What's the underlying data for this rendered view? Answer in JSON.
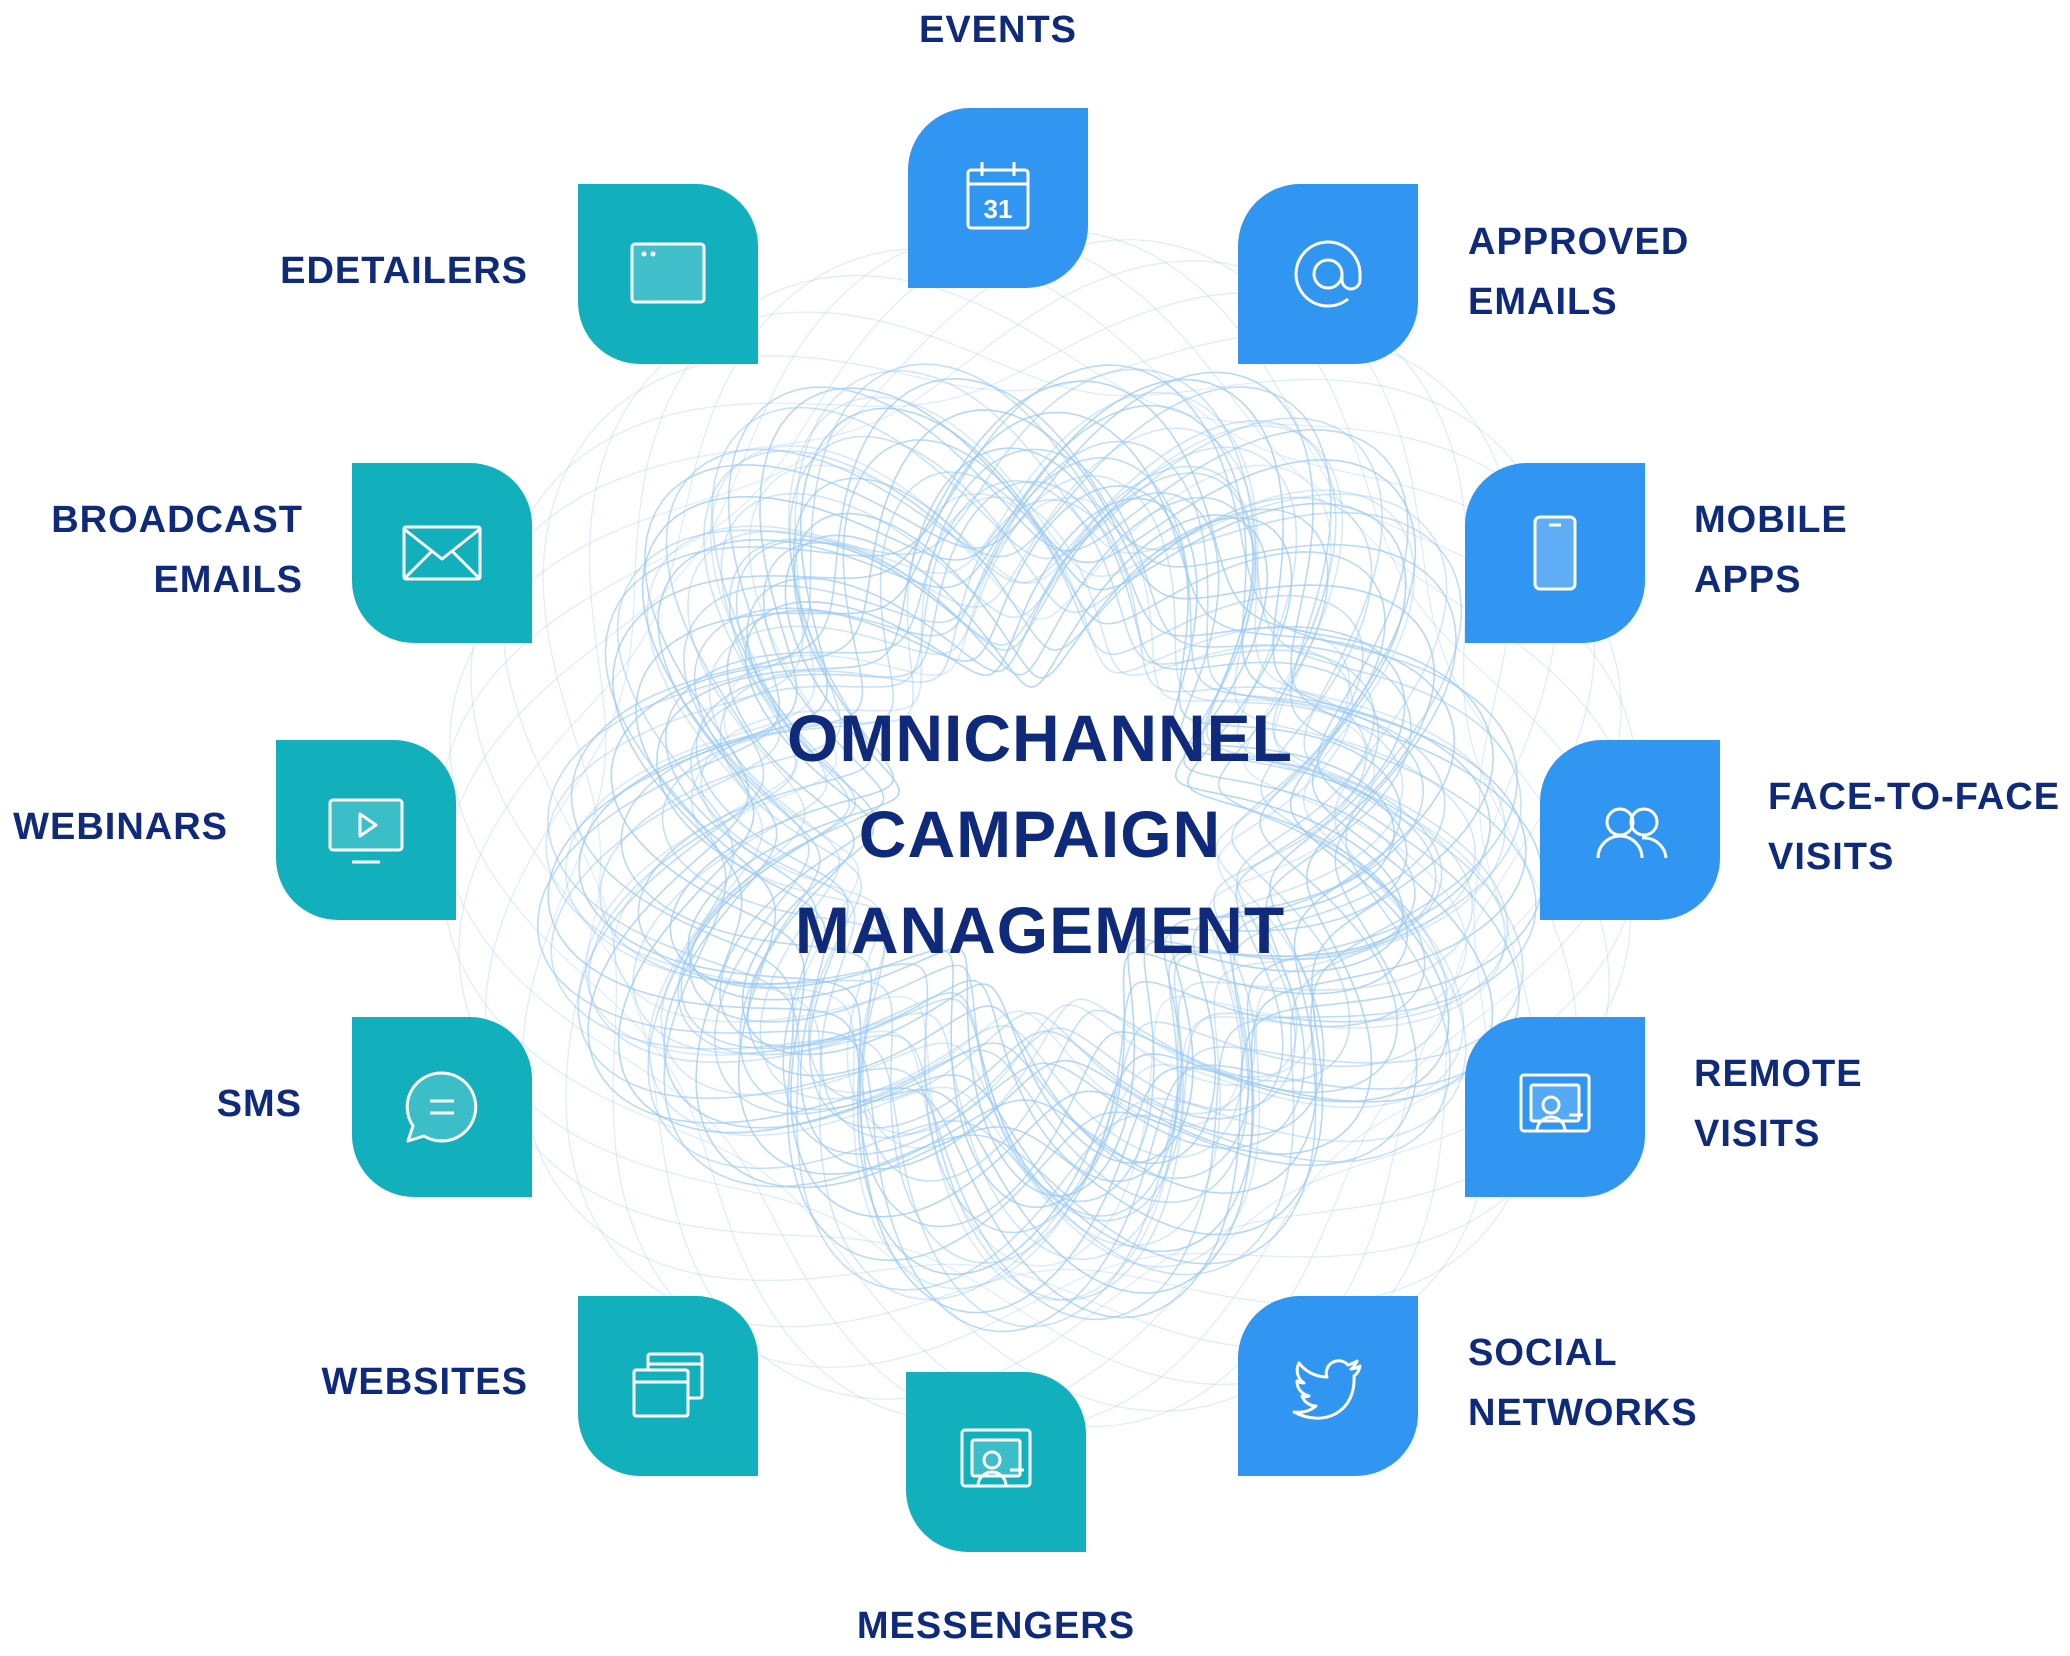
{
  "center_title": [
    "OMNICHANNEL",
    "CAMPAIGN",
    "MANAGEMENT"
  ],
  "colors": {
    "teal": "#12b0bd",
    "blue": "#3196f2",
    "text": "#0f2a7a",
    "pattern": "#9ccaf2"
  },
  "channels": [
    {
      "id": "events",
      "lines": [
        "EVENTS"
      ],
      "icon": "calendar-icon",
      "calendar_day": "31",
      "color": "blue"
    },
    {
      "id": "approved-emails",
      "lines": [
        "APPROVED",
        "EMAILS"
      ],
      "icon": "at-sign-icon",
      "color": "blue"
    },
    {
      "id": "mobile-apps",
      "lines": [
        "MOBILE",
        "APPS"
      ],
      "icon": "smartphone-icon",
      "color": "blue"
    },
    {
      "id": "face-to-face-visits",
      "lines": [
        "FACE-TO-FACE",
        "VISITS"
      ],
      "icon": "people-icon",
      "color": "blue"
    },
    {
      "id": "remote-visits",
      "lines": [
        "REMOTE",
        "VISITS"
      ],
      "icon": "video-call-icon",
      "color": "blue"
    },
    {
      "id": "social-networks",
      "lines": [
        "SOCIAL",
        "NETWORKS"
      ],
      "icon": "twitter-bird-icon",
      "color": "blue"
    },
    {
      "id": "messengers",
      "lines": [
        "MESSENGERS"
      ],
      "icon": "video-call-icon",
      "color": "teal"
    },
    {
      "id": "websites",
      "lines": [
        "WEBSITES"
      ],
      "icon": "browser-windows-icon",
      "color": "teal"
    },
    {
      "id": "sms",
      "lines": [
        "SMS"
      ],
      "icon": "chat-bubble-icon",
      "color": "teal"
    },
    {
      "id": "webinars",
      "lines": [
        "WEBINARS"
      ],
      "icon": "monitor-play-icon",
      "color": "teal"
    },
    {
      "id": "broadcast-emails",
      "lines": [
        "BROADCAST",
        "EMAILS"
      ],
      "icon": "envelope-icon",
      "color": "teal"
    },
    {
      "id": "edetailers",
      "lines": [
        "EDETAILERS"
      ],
      "icon": "browser-window-icon",
      "color": "teal"
    }
  ]
}
